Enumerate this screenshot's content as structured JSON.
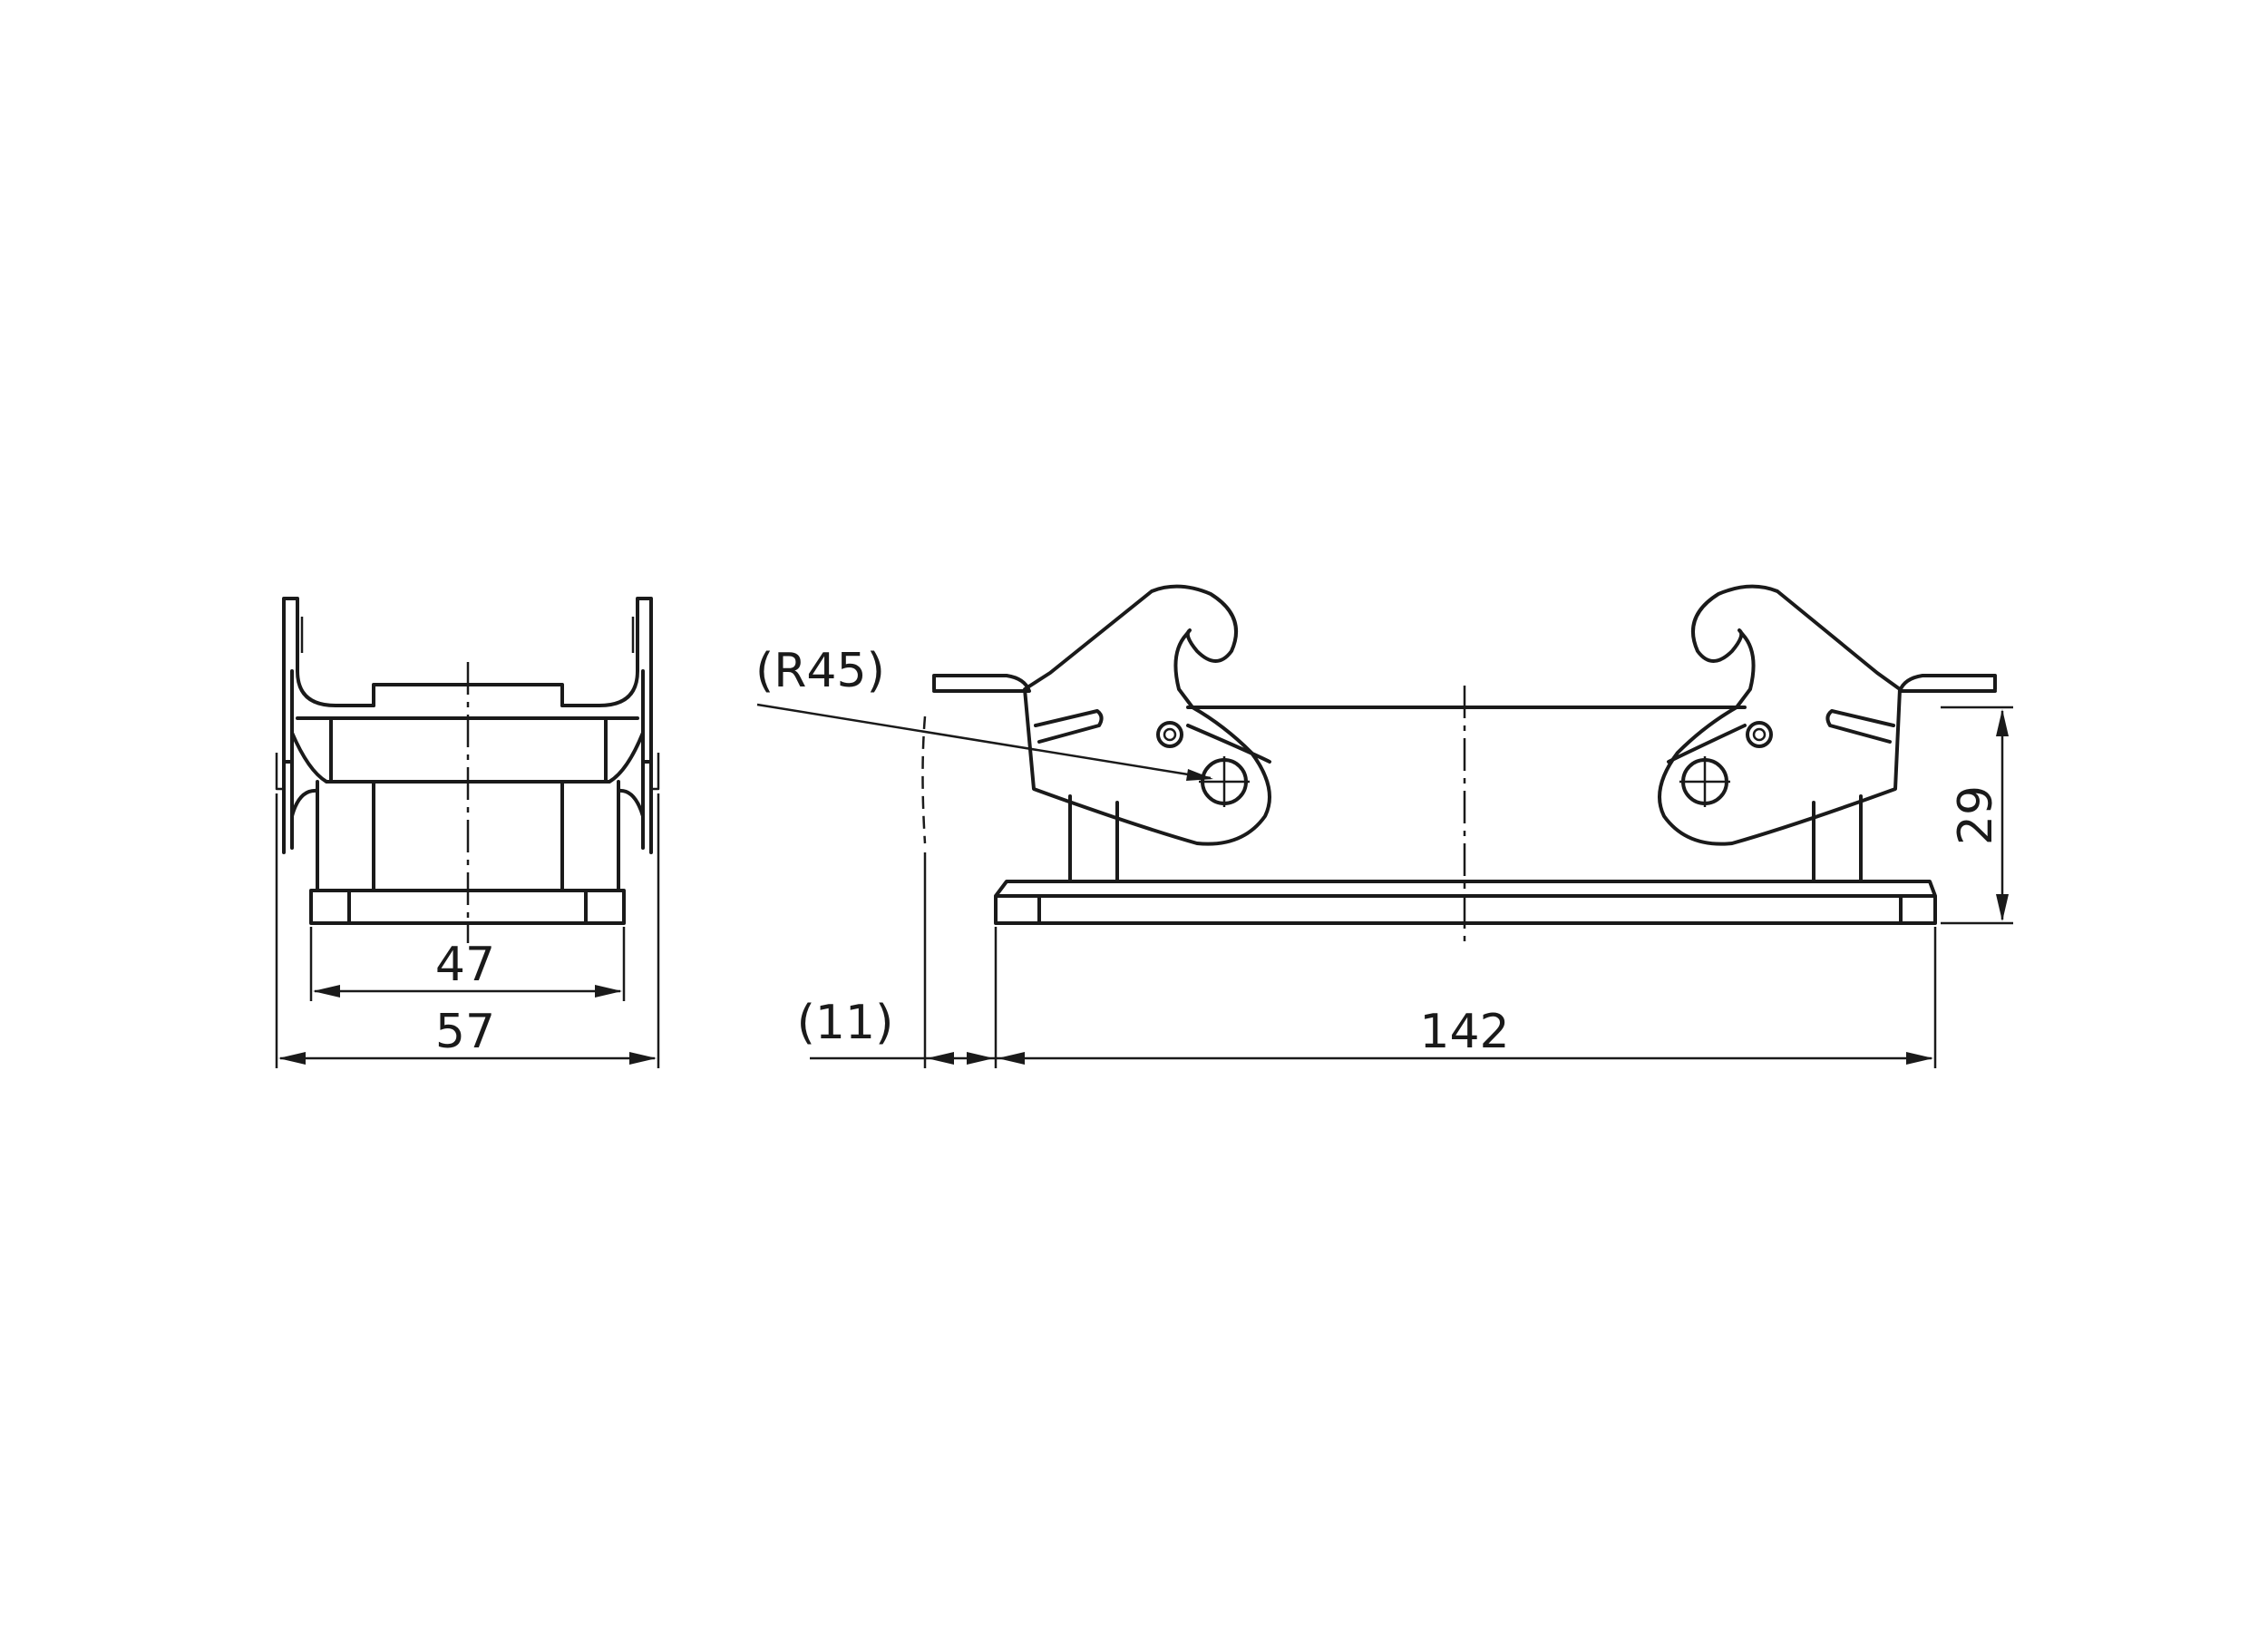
{
  "dimensions": {
    "end_view_inner_width": "47",
    "end_view_outer_width": "57",
    "side_view_length": "142",
    "side_view_offset": "(11)",
    "side_view_height": "29",
    "lever_radius": "(R45)"
  }
}
